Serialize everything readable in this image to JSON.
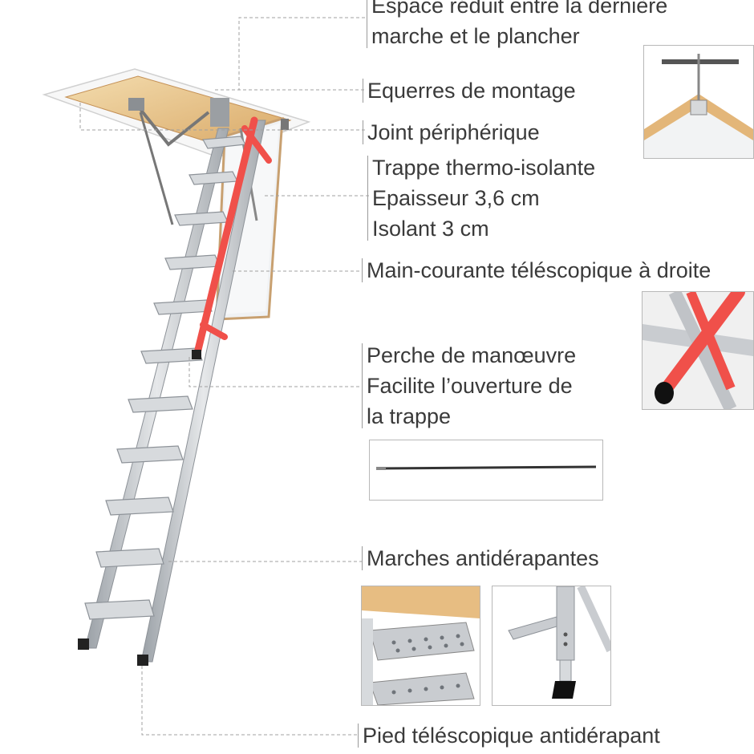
{
  "labels": {
    "espace": [
      "Espace réduit entre la dernière",
      "marche et le plancher"
    ],
    "equerres": [
      "Equerres de montage"
    ],
    "joint": [
      "Joint périphérique"
    ],
    "trappe": [
      "Trappe thermo-isolante",
      "Epaisseur 3,6 cm",
      "Isolant 3 cm"
    ],
    "main_courante": [
      "Main-courante téléscopique à droite"
    ],
    "perche": [
      "Perche de manœuvre",
      "Facilite l’ouverture de",
      "la trappe"
    ],
    "marches": [
      "Marches antidérapantes"
    ],
    "pied": [
      "Pied téléscopique antidérapant"
    ]
  },
  "colors": {
    "metal": "#c9ccd0",
    "metal_dark": "#8d9298",
    "handrail": "#f0504a",
    "wood": "#e8c48c",
    "frame": "#f4f4f4",
    "leader": "#a0a0a0"
  },
  "icons": [
    "ladder-illustration",
    "bracket-detail-image",
    "handrail-detail-image",
    "pole-image",
    "step-detail-image",
    "foot-detail-image"
  ]
}
